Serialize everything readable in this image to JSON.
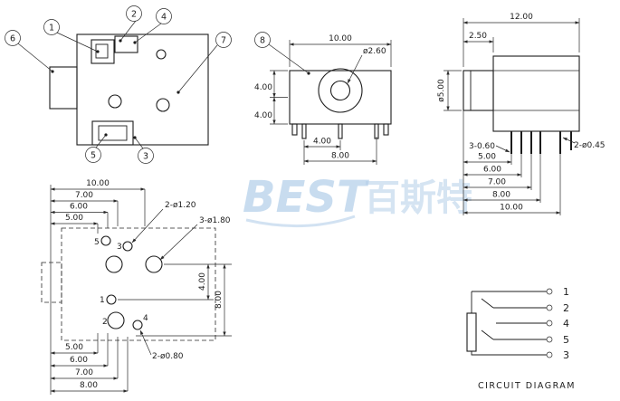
{
  "watermark": {
    "latin": "BEST",
    "cjk": "百斯特"
  },
  "top_view": {
    "callouts": {
      "c1": "1",
      "c2": "2",
      "c3": "3",
      "c4": "4",
      "c5": "5",
      "c6": "6",
      "c7": "7"
    }
  },
  "front_view": {
    "callout_8": "8",
    "dim_width": "10.00",
    "dim_bore": "ø2.60",
    "dim_upper_height": "4.00",
    "dim_lower_height": "4.00",
    "dim_pin_pitch": "4.00",
    "dim_pin_span": "8.00"
  },
  "side_view": {
    "dim_length": "12.00",
    "dim_bushing": "2.50",
    "dim_barrel_dia": "ø5.00",
    "dim_pin_thickness": "3-0.60",
    "dim_pin_dia": "2-ø0.45",
    "dims_pin_positions": [
      "5.00",
      "6.00",
      "7.00",
      "8.00",
      "10.00"
    ]
  },
  "pcb_view": {
    "dims_top": [
      "10.00",
      "7.00",
      "6.00",
      "5.00"
    ],
    "dims_bottom": [
      "5.00",
      "6.00",
      "7.00",
      "8.00"
    ],
    "dim_hole_2_120": "2-ø1.20",
    "dim_hole_3_180": "3-ø1.80",
    "dim_hole_2_080": "2-ø0.80",
    "dim_row_pitch": "4.00",
    "dim_row_span": "8.00",
    "pad_labels": {
      "p1": "1",
      "p2": "2",
      "p3": "3",
      "p4": "4",
      "p5": "5"
    }
  },
  "circuit": {
    "title": "CIRCUIT DIAGRAM",
    "pin_labels": [
      "1",
      "2",
      "4",
      "5",
      "3"
    ]
  }
}
